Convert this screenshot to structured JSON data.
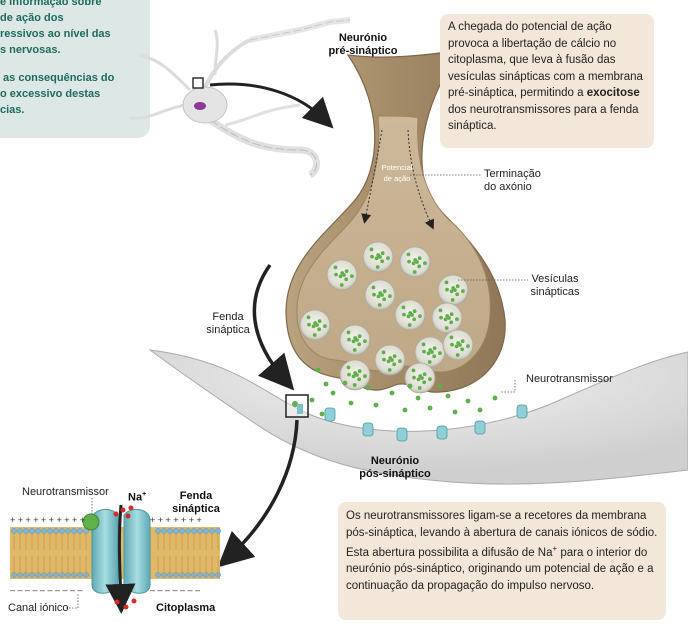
{
  "intro_box": {
    "line1": "e informação sobre",
    "line2": "de ação dos",
    "line3": "ressivos ao nível das",
    "line4": "s nervosas.",
    "line5": " as consequências do",
    "line6": "o excessivo destas",
    "line7": "cias."
  },
  "labels": {
    "pre_neuron_1": "Neurónio",
    "pre_neuron_2": "pré-sináptico",
    "action_potential_1": "Potencial",
    "action_potential_2": "de ação",
    "axon_terminal_1": "Terminação",
    "axon_terminal_2": "do axónio",
    "vesicles_1": "Vesículas",
    "vesicles_2": "sinápticas",
    "cleft_1": "Fenda",
    "cleft_2": "sináptica",
    "neurotransmitter": "Neurotransmissor",
    "post_neuron_1": "Neurónio",
    "post_neuron_2": "pós-sináptico"
  },
  "top_box": {
    "text_before": "A chegada do potencial de ação provoca a libertação de cálcio no citoplasma, que leva à fusão das vesículas sinápticas com a membrana pré-sináptica, permitindo a ",
    "bold": "exocitose",
    "text_after": " dos neurotransmissores para a fenda sináptica."
  },
  "bottom_box": {
    "text_before": "Os neurotransmissores ligam-se a recetores da membrana pós-sináptica, levando à abertura de canais iónicos de sódio. Esta abertura possibilita a difusão de Na",
    "sup": "+",
    "text_after": " para o interior do neurónio pós-sináptico, originando um potencial de ação e a continuação da propagação do impulso nervoso."
  },
  "inset": {
    "neurotransmitter": "Neurotransmissor",
    "na_label": "Na",
    "na_sup": "+",
    "cleft_1": "Fenda",
    "cleft_2": "sináptica",
    "ion_channel": "Canal iónico",
    "cytoplasm": "Citoplasma"
  },
  "colors": {
    "teal_text": "#1d6b5e",
    "teal_box": "#dde8e6",
    "beige_box": "#f3e7d9",
    "neuron_tan": "#a38c6e",
    "vesicle_green": "#5fb04a",
    "channel_blue": "#8fcfd6",
    "sodium_red": "#d42a2a"
  }
}
